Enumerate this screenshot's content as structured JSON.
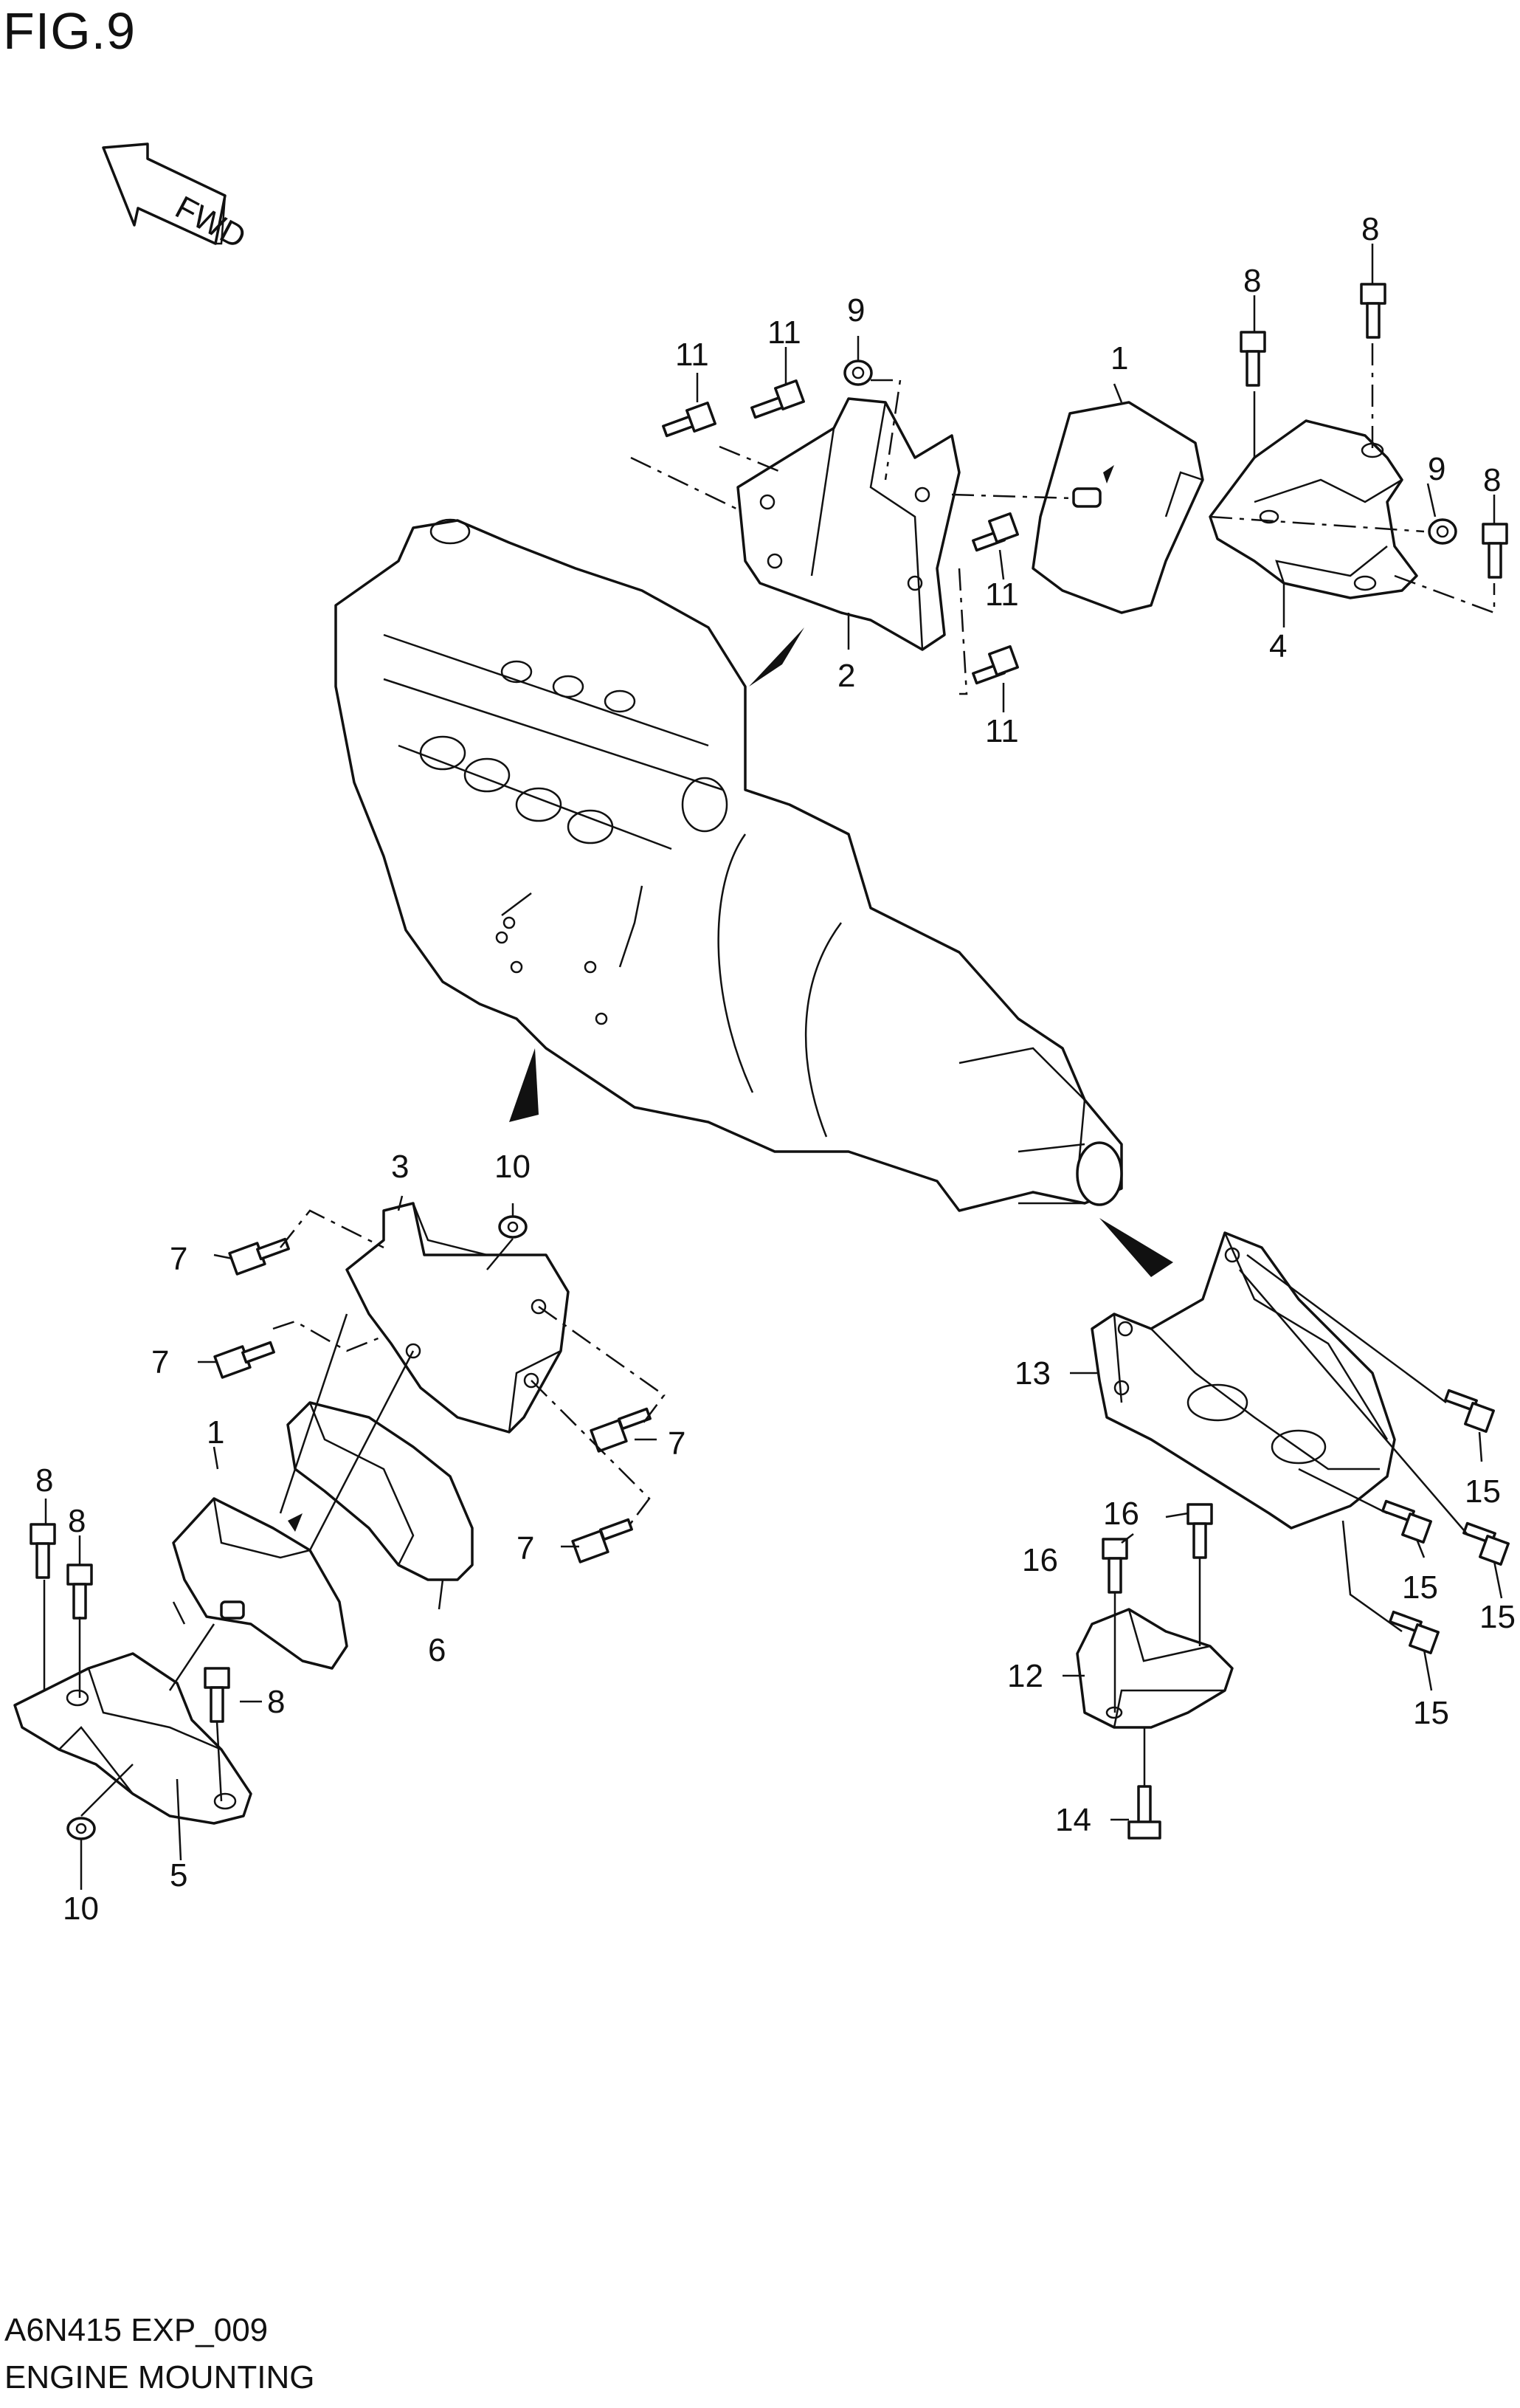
{
  "figure_title": "FIG.9",
  "fwd_label": "FWD",
  "callouts": [
    "1",
    "2",
    "3",
    "4",
    "5",
    "6",
    "7",
    "8",
    "9",
    "10",
    "11",
    "12",
    "13",
    "14",
    "15",
    "16"
  ],
  "caption_code": "A6N415 EXP_009",
  "caption_name": "ENGINE MOUNTING"
}
